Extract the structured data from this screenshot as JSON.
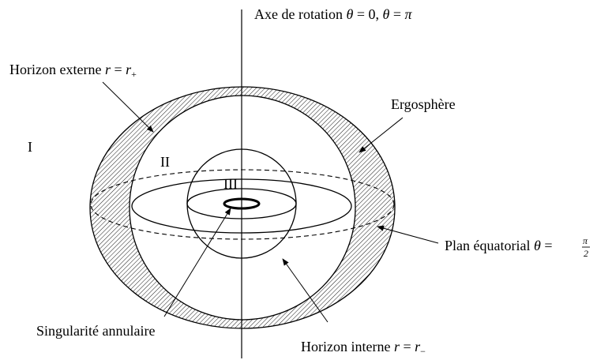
{
  "labels": {
    "axis": {
      "text": "Axe de rotation ",
      "theta": "θ",
      "eq1": " = 0, ",
      "theta2": "θ",
      "eq2": " = ",
      "pi": "π"
    },
    "outer_horizon": {
      "text": "Horizon externe ",
      "r": "r",
      "eq": " = ",
      "r2": "r",
      "sub": "+"
    },
    "ergosphere": "Ergosphère",
    "region_I": "I",
    "region_II": "II",
    "region_III": "III",
    "equatorial_plane": {
      "text": "Plan équatorial ",
      "theta": "θ",
      "eq": " = ",
      "frac_num": "π",
      "frac_den": "2"
    },
    "ring_singularity": "Singularité annulaire",
    "inner_horizon": {
      "text": "Horizon interne ",
      "r": "r",
      "eq": " = ",
      "r2": "r",
      "sub": "−"
    }
  }
}
